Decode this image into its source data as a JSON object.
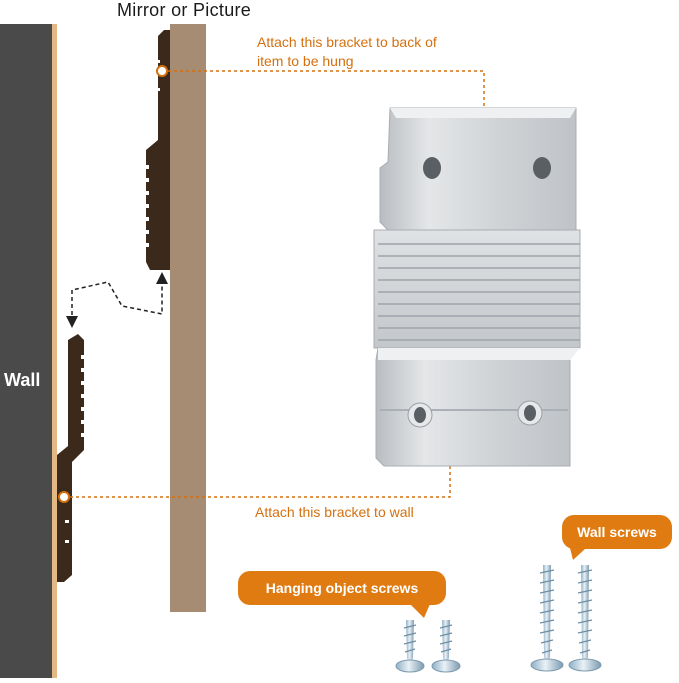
{
  "title": "Mirror or Picture",
  "wall_label": "Wall",
  "annotations": {
    "top_line1": "Attach this bracket to back of",
    "top_line2": "item to be hung",
    "wall": "Attach this bracket to wall"
  },
  "callouts": {
    "wall_screws": "Wall screws",
    "hanging_screws": "Hanging object screws"
  },
  "colors": {
    "wall": "#4a4a4a",
    "wall_edge": "#e3b884",
    "board": "#a58c73",
    "bracket_profile": "#3b2a1c",
    "accent": "#e07b12",
    "aluminum": "#d5d8db"
  },
  "icons": [
    "wall-bracket-profile-icon",
    "item-bracket-profile-icon",
    "aluminum-bracket-icon",
    "screw-icon"
  ]
}
